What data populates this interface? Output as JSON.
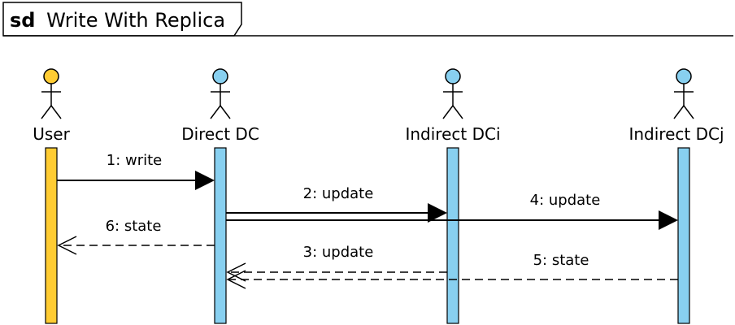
{
  "frame": {
    "kind": "sd",
    "title": "Write With Replica"
  },
  "colors": {
    "user": "#ffcc33",
    "system": "#88d0f0",
    "line": "#000000"
  },
  "lifelines": [
    {
      "id": "user",
      "label": "User"
    },
    {
      "id": "direct",
      "label": "Direct DC"
    },
    {
      "id": "dci",
      "label": "Indirect DCi"
    },
    {
      "id": "dcj",
      "label": "Indirect DCj"
    }
  ],
  "messages": [
    {
      "label": "1: write",
      "from": "user",
      "to": "direct",
      "style": "sync"
    },
    {
      "label": "2: update",
      "from": "direct",
      "to": "dci",
      "style": "sync"
    },
    {
      "label": "3: update",
      "from": "dci",
      "to": "direct",
      "style": "return"
    },
    {
      "label": "4: update",
      "from": "direct",
      "to": "dcj",
      "style": "sync"
    },
    {
      "label": "5: state",
      "from": "dcj",
      "to": "direct",
      "style": "return"
    },
    {
      "label": "6: state",
      "from": "direct",
      "to": "user",
      "style": "return"
    }
  ]
}
